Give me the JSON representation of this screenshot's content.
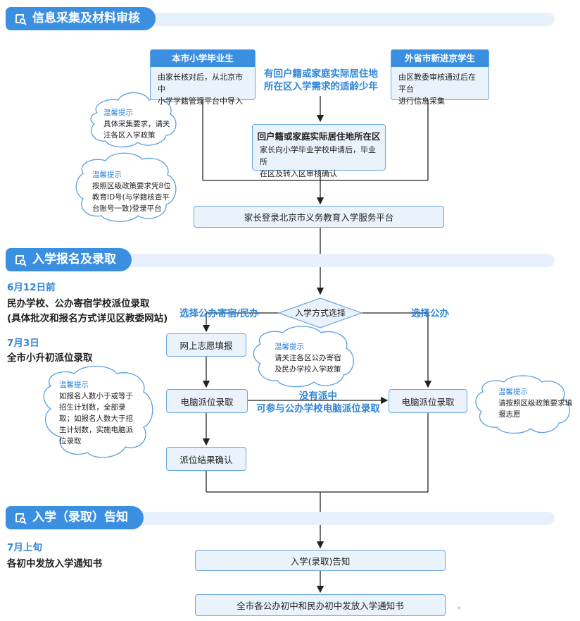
{
  "sections": {
    "s1": "信息采集及材料审核",
    "s2": "入学报名及录取",
    "s3": "入学（录取）告知"
  },
  "boxes": {
    "local": {
      "title": "本市小学毕业生",
      "line1": "由家长核对后，从北京市中",
      "line2": "小学学籍管理平台中导入"
    },
    "outer": {
      "title": "外省市新进京学生",
      "line1": "由区教委审核通过后在平台",
      "line2": "进行信息采集"
    },
    "hukou": {
      "title": "回户籍或家庭实际居住地所在区",
      "line1": "家长向小学毕业学校申请后，毕业所",
      "line2": "在区及转入区审核确认"
    },
    "login": "家长登录北京市义务教育入学服务平台",
    "online": "网上志愿填报",
    "comp_left": "电脑派位录取",
    "confirm": "派位结果确认",
    "comp_right": "电脑派位录取",
    "notice": "入学(录取)告知",
    "final": "全市各公办初中和民办初中发放入学通知书",
    "diamond": "入学方式选择"
  },
  "labels": {
    "mid_top_1": "有回户籍或家庭实际居住地",
    "mid_top_2": "所在区入学需求的适龄少年",
    "choose_private": "选择公办寄宿/民办",
    "choose_public": "选择公办",
    "no_lottery_1": "没有派中",
    "no_lottery_2": "可参与公办学校电脑派位录取"
  },
  "side": {
    "date1": "6月12日前",
    "text1a": "民办学校、公办寄宿学校派位录取",
    "text1b": "(具体批次和报名方式详见区教委网站)",
    "date2": "7月3日",
    "text2": "全市小升初派位录取",
    "date3": "7月上旬",
    "text3": "各初中发放入学通知书"
  },
  "clouds": {
    "c1": {
      "title": "温馨提示",
      "l1": "具体采集要求，请关",
      "l2": "注各区入学政策"
    },
    "c2": {
      "title": "温馨提示",
      "l1": "按照区级政策要求凭8位",
      "l2": "教育ID号(与学籍核查平",
      "l3": "台账号一致)登录平台"
    },
    "c3": {
      "title": "温馨提示",
      "l1": "请关注各区公办寄宿",
      "l2": "及民办学校入学政策"
    },
    "c4": {
      "title": "温馨提示",
      "l1": "如报名人数小于或等于",
      "l2": "招生计划数，全部录",
      "l3": "取；如报名人数大于招",
      "l4": "生计划数，实施电脑派",
      "l5": "位录取"
    },
    "c5": {
      "title": "温馨提示",
      "l1": "请按照区级政策要求填",
      "l2": "报志愿"
    }
  },
  "colors": {
    "accent": "#3b8fe0",
    "box_fill": "#eaf2fb",
    "label_blue": "#2f86d8",
    "line": "#222222"
  }
}
